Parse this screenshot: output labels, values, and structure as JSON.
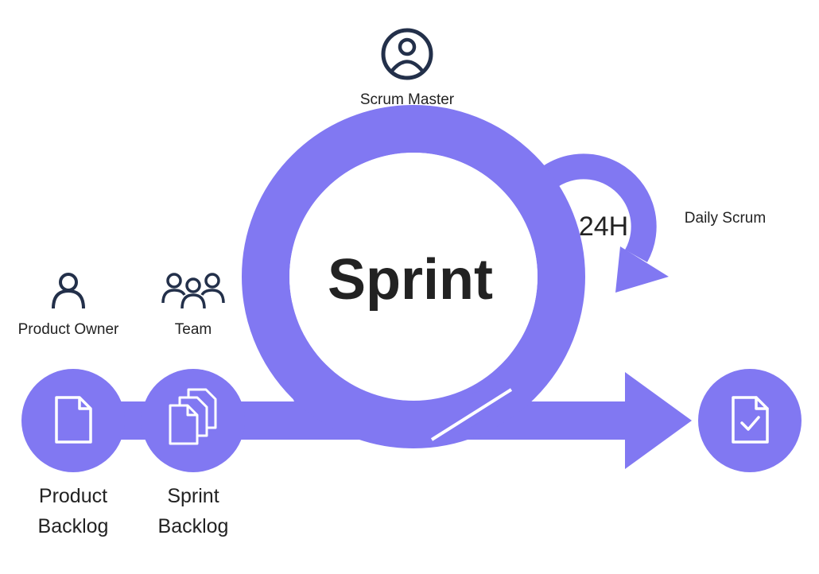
{
  "colors": {
    "accent": "#8178f2",
    "icon_dark": "#23304a",
    "text": "#333333",
    "icon_white": "#ffffff"
  },
  "roles": {
    "scrum_master": {
      "label": "Scrum Master",
      "icon": "person-circle-icon"
    },
    "product_owner": {
      "label": "Product Owner",
      "icon": "person-icon"
    },
    "team": {
      "label": "Team",
      "icon": "group-icon"
    }
  },
  "loop": {
    "sprint_label": "Sprint",
    "cycle_label": "24H",
    "daily_label": "Daily Scrum"
  },
  "artifacts": {
    "product_backlog": {
      "line1": "Product",
      "line2": "Backlog",
      "icon": "document-icon"
    },
    "sprint_backlog": {
      "line1": "Sprint",
      "line2": "Backlog",
      "icon": "documents-stack-icon"
    },
    "increment": {
      "icon": "document-check-icon"
    }
  }
}
